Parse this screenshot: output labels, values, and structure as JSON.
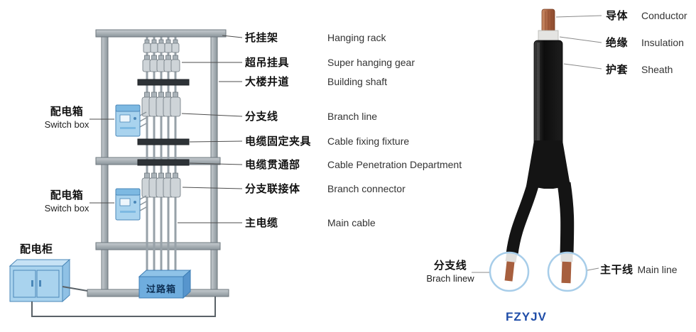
{
  "installation_diagram": {
    "switch_boxes": [
      {
        "zh": "配电箱",
        "en": "Switch box"
      },
      {
        "zh": "配电箱",
        "en": "Switch box"
      }
    ],
    "cabinet_label": "配电柜",
    "junction_box_label": "过路箱",
    "callouts": [
      {
        "zh": "托挂架",
        "en": "Hanging rack"
      },
      {
        "zh": "超吊挂具",
        "en": "Super hanging gear"
      },
      {
        "zh": "大楼井道",
        "en": "Building shaft"
      },
      {
        "zh": "分支线",
        "en": "Branch line"
      },
      {
        "zh": "电缆固定夹具",
        "en": "Cable fixing fixture"
      },
      {
        "zh": "电缆贯通部",
        "en": "Cable Penetration Department"
      },
      {
        "zh": "分支联接体",
        "en": "Branch connector"
      },
      {
        "zh": "主电缆",
        "en": "Main cable"
      }
    ]
  },
  "cable_diagram": {
    "layer_callouts": [
      {
        "zh": "导体",
        "en": "Conductor"
      },
      {
        "zh": "绝缘",
        "en": "Insulation"
      },
      {
        "zh": "护套",
        "en": "Sheath"
      }
    ],
    "branch_callout": {
      "zh": "分支线",
      "en": "Brach linew"
    },
    "main_callout": {
      "zh": "主干线",
      "en": "Main line"
    },
    "model": "FZYJV"
  },
  "colors": {
    "box_fill": "#a9d3ee",
    "box_edge": "#4a87b8",
    "junction_fill": "#6fadde",
    "structure_gray": "#a8b0b5",
    "fixture_dark": "#2e3337",
    "cable_black": "#141414",
    "copper": "#a75f3e",
    "insulation_white": "#e4e4e2",
    "model_blue": "#1f4da8",
    "highlight_circle_blue": "#a7cde9"
  }
}
